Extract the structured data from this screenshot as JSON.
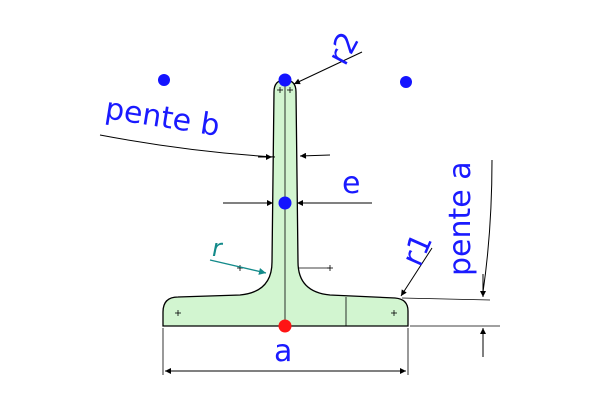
{
  "labels": {
    "r2": "r2",
    "pente_b": "pente b",
    "e": "e",
    "r": "r",
    "r1": "r1",
    "pente_a": "pente a",
    "a": "a"
  },
  "colors": {
    "profile_fill": "#d2f5d0",
    "profile_stroke": "#000000",
    "marker_blue": "#1414ff",
    "marker_red": "#ff1414",
    "label_blue": "#1a1aff",
    "label_teal": "#138a8a",
    "arrow_teal": "#138a8a"
  }
}
